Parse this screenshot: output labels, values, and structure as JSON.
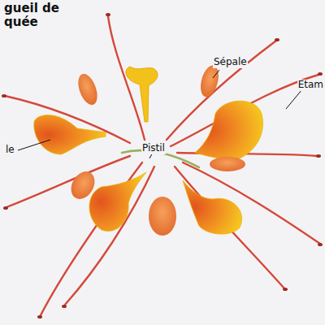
{
  "diagram": {
    "title": "gueil de quée",
    "labels": [
      "Sépale",
      "Etam",
      "le",
      "Pistil"
    ]
  }
}
